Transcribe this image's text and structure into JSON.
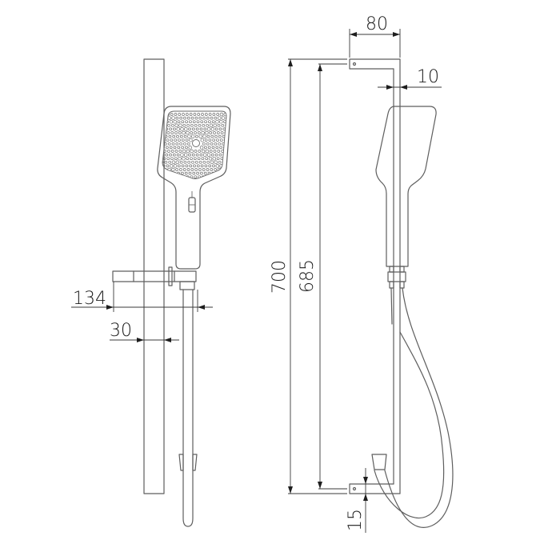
{
  "drawing": {
    "type": "technical-dimension-drawing",
    "subject": "shower rail with hand shower",
    "views": [
      "front-view",
      "side-view"
    ]
  },
  "dimensions": {
    "slider_projection": "134",
    "rail_width": "30",
    "bracket_depth": "80",
    "rail_depth": "10",
    "overall_height": "700",
    "bracket_centers": "685",
    "bracket_offset": "15"
  },
  "colors": {
    "background": "#ffffff",
    "outline": "#5e5e5e",
    "dimension_line": "#3a3a3a",
    "dimension_text": "#1a1a1a"
  }
}
